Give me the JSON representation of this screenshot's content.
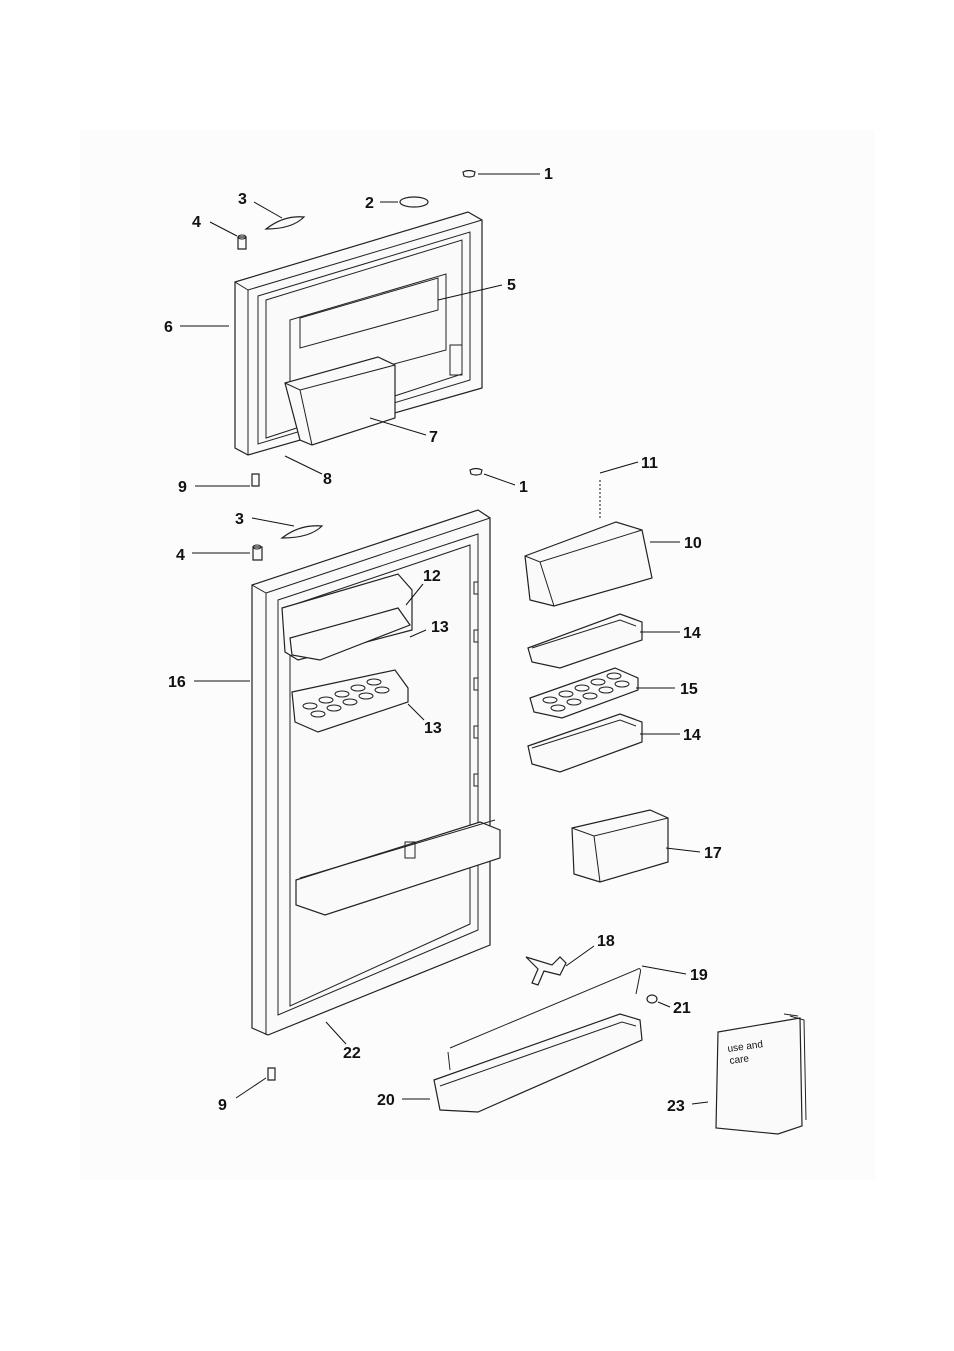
{
  "labels": {
    "l1a": "1",
    "l2": "2",
    "l3a": "3",
    "l4a": "4",
    "l5": "5",
    "l6": "6",
    "l7": "7",
    "l8": "8",
    "l9a": "9",
    "l1b": "1",
    "l11": "11",
    "l3b": "3",
    "l10": "10",
    "l4b": "4",
    "l12": "12",
    "l13a": "13",
    "l14a": "14",
    "l16": "16",
    "l15": "15",
    "l13b": "13",
    "l14b": "14",
    "l17": "17",
    "l18": "18",
    "l19": "19",
    "l21": "21",
    "l22": "22",
    "l9b": "9",
    "l20": "20",
    "l23": "23"
  },
  "manual": {
    "line1": "use and",
    "line2": "care"
  }
}
